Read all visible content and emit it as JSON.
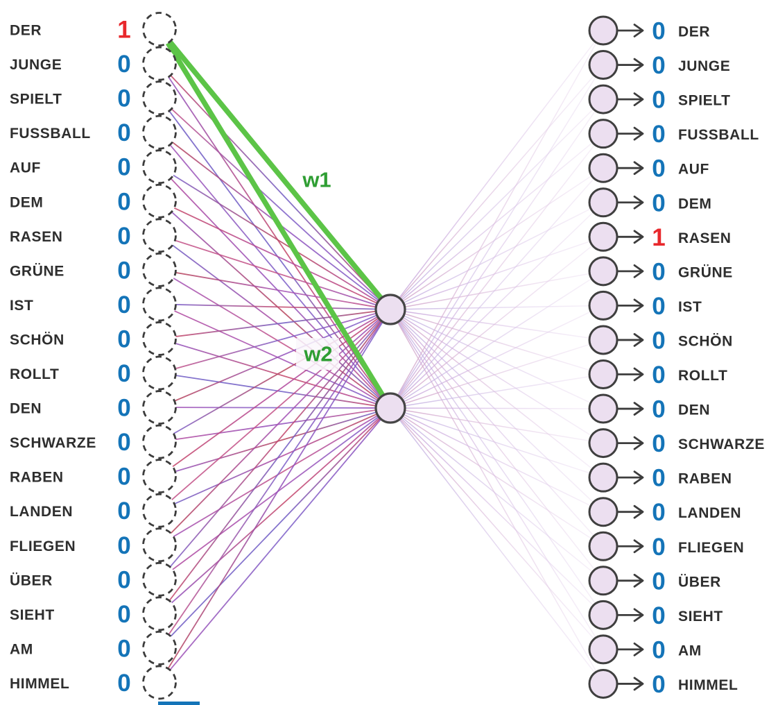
{
  "network": {
    "type": "word2vec-one-hot-network",
    "words": [
      "DER",
      "JUNGE",
      "SPIELT",
      "FUSSBALL",
      "AUF",
      "DEM",
      "RASEN",
      "GRÜNE",
      "IST",
      "SCHÖN",
      "ROLLT",
      "DEN",
      "SCHWARZE",
      "RABEN",
      "LANDEN",
      "FLIEGEN",
      "ÜBER",
      "SIEHT",
      "AM",
      "HIMMEL"
    ],
    "input_values": [
      1,
      0,
      0,
      0,
      0,
      0,
      0,
      0,
      0,
      0,
      0,
      0,
      0,
      0,
      0,
      0,
      0,
      0,
      0,
      0
    ],
    "output_values": [
      0,
      0,
      0,
      0,
      0,
      0,
      1,
      0,
      0,
      0,
      0,
      0,
      0,
      0,
      0,
      0,
      0,
      0,
      0,
      0
    ],
    "hidden_count": 2,
    "weight_labels": [
      "w1",
      "w2"
    ],
    "highlighted_input_word": "DER",
    "highlighted_output_word": "RASEN"
  },
  "colors": {
    "value_active": "#e8282c",
    "value_inactive": "#1474b8",
    "word_label": "#2e2e2e",
    "node_fill": "#ecdff0",
    "node_stroke": "#3f3f3f",
    "input_node_stroke": "#3c3c3c",
    "weight_line": "#5cc447",
    "weight_text": "#2f9e33",
    "weight_badge": "#faf7fc",
    "arrow": "#3d3d3d",
    "edge_palette": [
      "#7b5ec8",
      "#b0479e",
      "#c44467",
      "#9150bd",
      "#c24f86",
      "#6f5bc4",
      "#b8435a",
      "#a14fb5"
    ],
    "edge_light_palette": [
      "#c9a8dc",
      "#d3a8cc",
      "#c5b2e2"
    ],
    "edge_light_fade": "#e2cdea",
    "artifact_bar": "#1474b8"
  }
}
